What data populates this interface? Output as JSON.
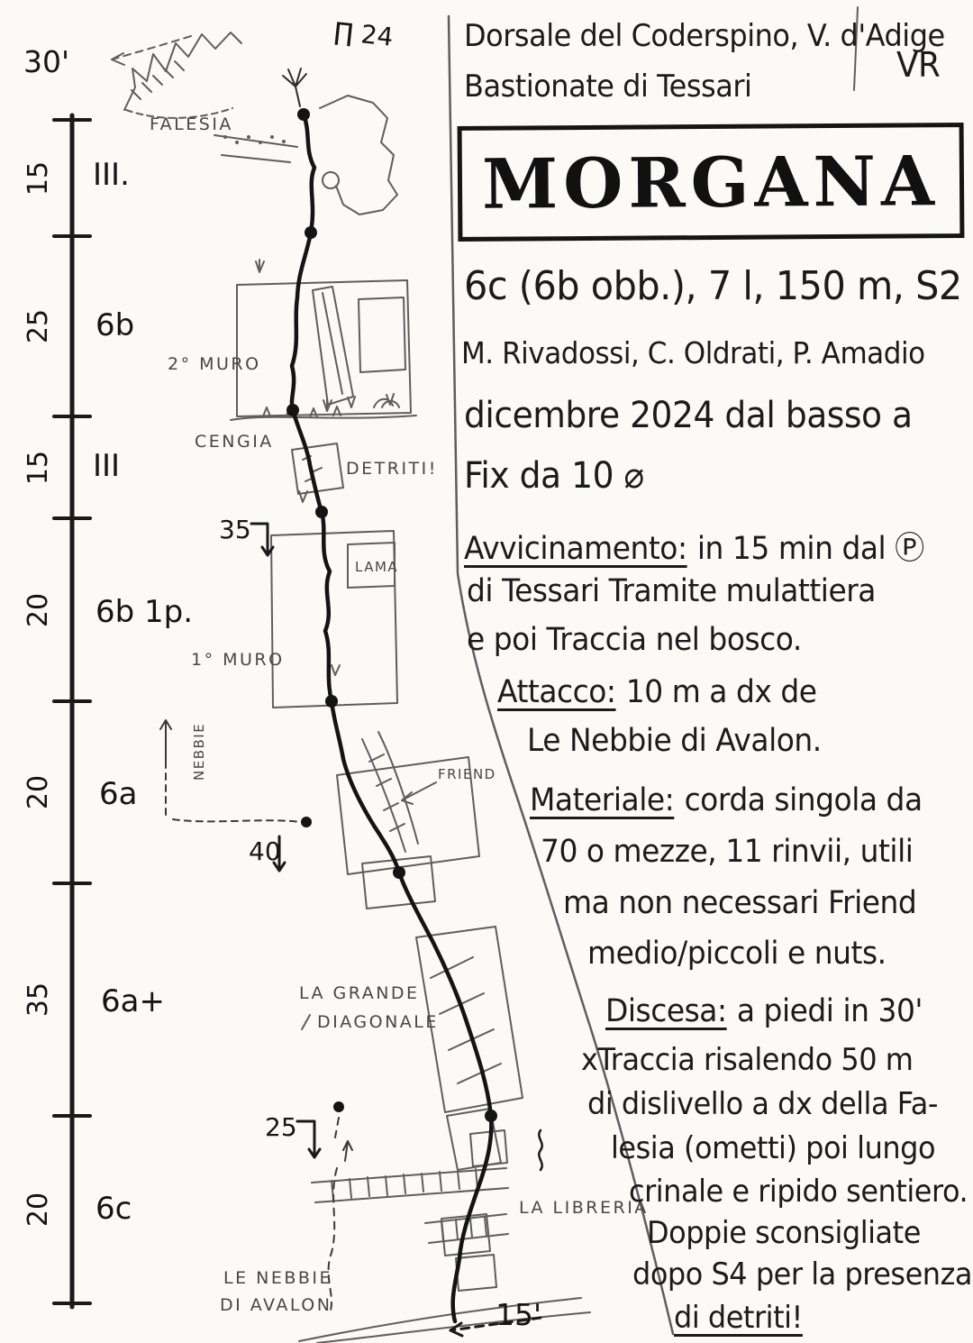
{
  "header": {
    "location_line1": "Dorsale del Coderspino, V. d'Adige",
    "region": "VR",
    "location_line2": "Bastionate di Tessari",
    "title": "MORGANA",
    "specs": "6c (6b obb.), 7 l, 150 m, S2",
    "first_ascent": "M. Rivadossi, C. Oldrati, P. Amadio",
    "date_line": "dicembre 2024 dal basso a",
    "bolts_line": "Fix da 10 ⌀"
  },
  "approach": {
    "label": "Avvicinamento:",
    "line1_rest": "in 15 min dal Ⓟ",
    "line2": "di Tessari Tramite mulattiera",
    "line3": "e poi Traccia nel bosco."
  },
  "start": {
    "label": "Attacco:",
    "line1_rest": "10 m a dx de",
    "line2": "Le Nebbie di Avalon."
  },
  "gear": {
    "label": "Materiale:",
    "line1_rest": "corda singola da",
    "line2": "70 o mezze, 11 rinvii, utili",
    "line3": "ma non necessari Friend",
    "line4": "medio/piccoli e nuts."
  },
  "descent": {
    "label": "Discesa:",
    "line1_rest": "a piedi in 30'",
    "line2": "xTraccia risalendo 50 m",
    "line3": "di dislivello a dx della Fa-",
    "line4": "lesia (ometti) poi lungo",
    "line5": "crinale e ripido sentiero.",
    "line6": "Doppie sconsigliate",
    "line7": "dopo S4 per la presenza",
    "line8": "di detriti!"
  },
  "pitches": [
    {
      "length": "15",
      "grade": "III."
    },
    {
      "length": "25",
      "grade": "6b"
    },
    {
      "length": "15",
      "grade": "III"
    },
    {
      "length": "20",
      "grade": "6b 1p."
    },
    {
      "length": "20",
      "grade": "6a"
    },
    {
      "length": "35",
      "grade": "6a+"
    },
    {
      "length": "20",
      "grade": "6c"
    }
  ],
  "topo": {
    "descent_time": "30'",
    "signature": "∏ 24",
    "falesia": "FALESIA",
    "second_wall": "2° MURO",
    "cengia": "CENGIA",
    "detriti": "DETRITI!",
    "rappel_35": "35",
    "lama": "LAMA",
    "first_wall": "1° MURO",
    "nebbie": "NEBBIE",
    "rappel_40": "40",
    "friend": "FRIEND",
    "diagonale_line1": "LA GRANDE",
    "diagonale_line2": "DIAGONALE",
    "rappel_25": "25",
    "libreria": "LA LIBRERIA",
    "avalon_line1": "LE NEBBIE",
    "avalon_line2": "DI AVALON",
    "approach_time": "15'"
  }
}
